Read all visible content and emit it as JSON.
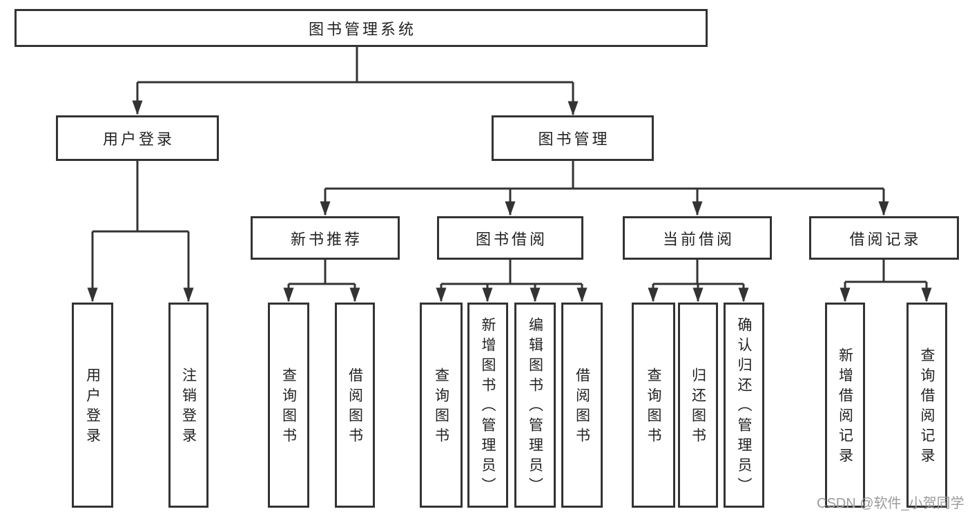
{
  "diagram": {
    "root": {
      "label": "图书管理系统"
    },
    "level1": [
      {
        "label": "用户登录"
      },
      {
        "label": "图书管理"
      }
    ],
    "level2": [
      {
        "label": "新书推荐",
        "parent": "图书管理"
      },
      {
        "label": "图书借阅",
        "parent": "图书管理"
      },
      {
        "label": "当前借阅",
        "parent": "图书管理"
      },
      {
        "label": "借阅记录",
        "parent": "图书管理"
      }
    ],
    "leaves": [
      {
        "label": "用户登录",
        "parent": "用户登录"
      },
      {
        "label": "注销登录",
        "parent": "用户登录"
      },
      {
        "label": "查询图书",
        "parent": "新书推荐"
      },
      {
        "label": "借阅图书",
        "parent": "新书推荐"
      },
      {
        "label": "查询图书",
        "parent": "图书借阅"
      },
      {
        "label": "新增图书（管理员）",
        "parent": "图书借阅"
      },
      {
        "label": "编辑图书（管理员）",
        "parent": "图书借阅"
      },
      {
        "label": "借阅图书",
        "parent": "图书借阅"
      },
      {
        "label": "查询图书",
        "parent": "当前借阅"
      },
      {
        "label": "归还图书",
        "parent": "当前借阅"
      },
      {
        "label": "确认归还（管理员）",
        "parent": "当前借阅"
      },
      {
        "label": "新增借阅记录",
        "parent": "借阅记录"
      },
      {
        "label": "查询借阅记录",
        "parent": "借阅记录"
      }
    ],
    "watermark": "CSDN @软件_小贺同学",
    "colors": {
      "line": "#333333",
      "text": "#222222",
      "watermark": "#9b9b9b",
      "background": "#ffffff"
    }
  }
}
